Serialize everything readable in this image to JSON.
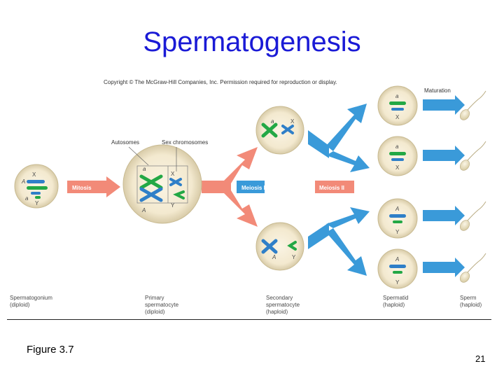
{
  "slide": {
    "title": "Spermatogenesis",
    "figure_label": "Figure 3.7",
    "page_number": "21"
  },
  "diagram": {
    "copyright": "Copyright © The McGraw-Hill Companies, Inc. Permission required for reproduction or display.",
    "callouts": {
      "autosomes": "Autosomes",
      "sex_chromosomes": "Sex chromosomes"
    },
    "arrows": {
      "mitosis": "Mitosis",
      "meiosis_1": "Meiosis I",
      "meiosis_2": "Meiosis II",
      "maturation": "Maturation"
    },
    "stages": [
      {
        "title": "Spermatogonium",
        "ploidy": "(diploid)"
      },
      {
        "title": "Primary",
        "title_2": "spermatocyte",
        "ploidy": "(diploid)"
      },
      {
        "title": "Secondary",
        "title_2": "spermatocyte",
        "ploidy": "(haploid)"
      },
      {
        "title": "Spermatid",
        "ploidy": "(haploid)"
      },
      {
        "title": "Sperm",
        "ploidy": "(haploid)"
      }
    ],
    "chromosome_labels": {
      "spermatogonium": [
        "X",
        "A",
        "a",
        "Y"
      ],
      "primary": [
        "a",
        "X",
        "A",
        "Y"
      ],
      "secondary_top": [
        "a",
        "X"
      ],
      "secondary_bottom": [
        "A",
        "Y"
      ],
      "spermatids": [
        [
          "a",
          "X"
        ],
        [
          "a",
          "X"
        ],
        [
          "A",
          "Y"
        ],
        [
          "A",
          "Y"
        ]
      ]
    },
    "colors": {
      "title": "#1a1ad6",
      "arrow_blue": "#3a9ad9",
      "arrow_salmon": "#f28a78",
      "cell_fill": "#f3e9cf",
      "chromosome_green": "#23a845",
      "chromosome_blue": "#2f7fc8",
      "label_gray": "#4a4a4a"
    }
  }
}
